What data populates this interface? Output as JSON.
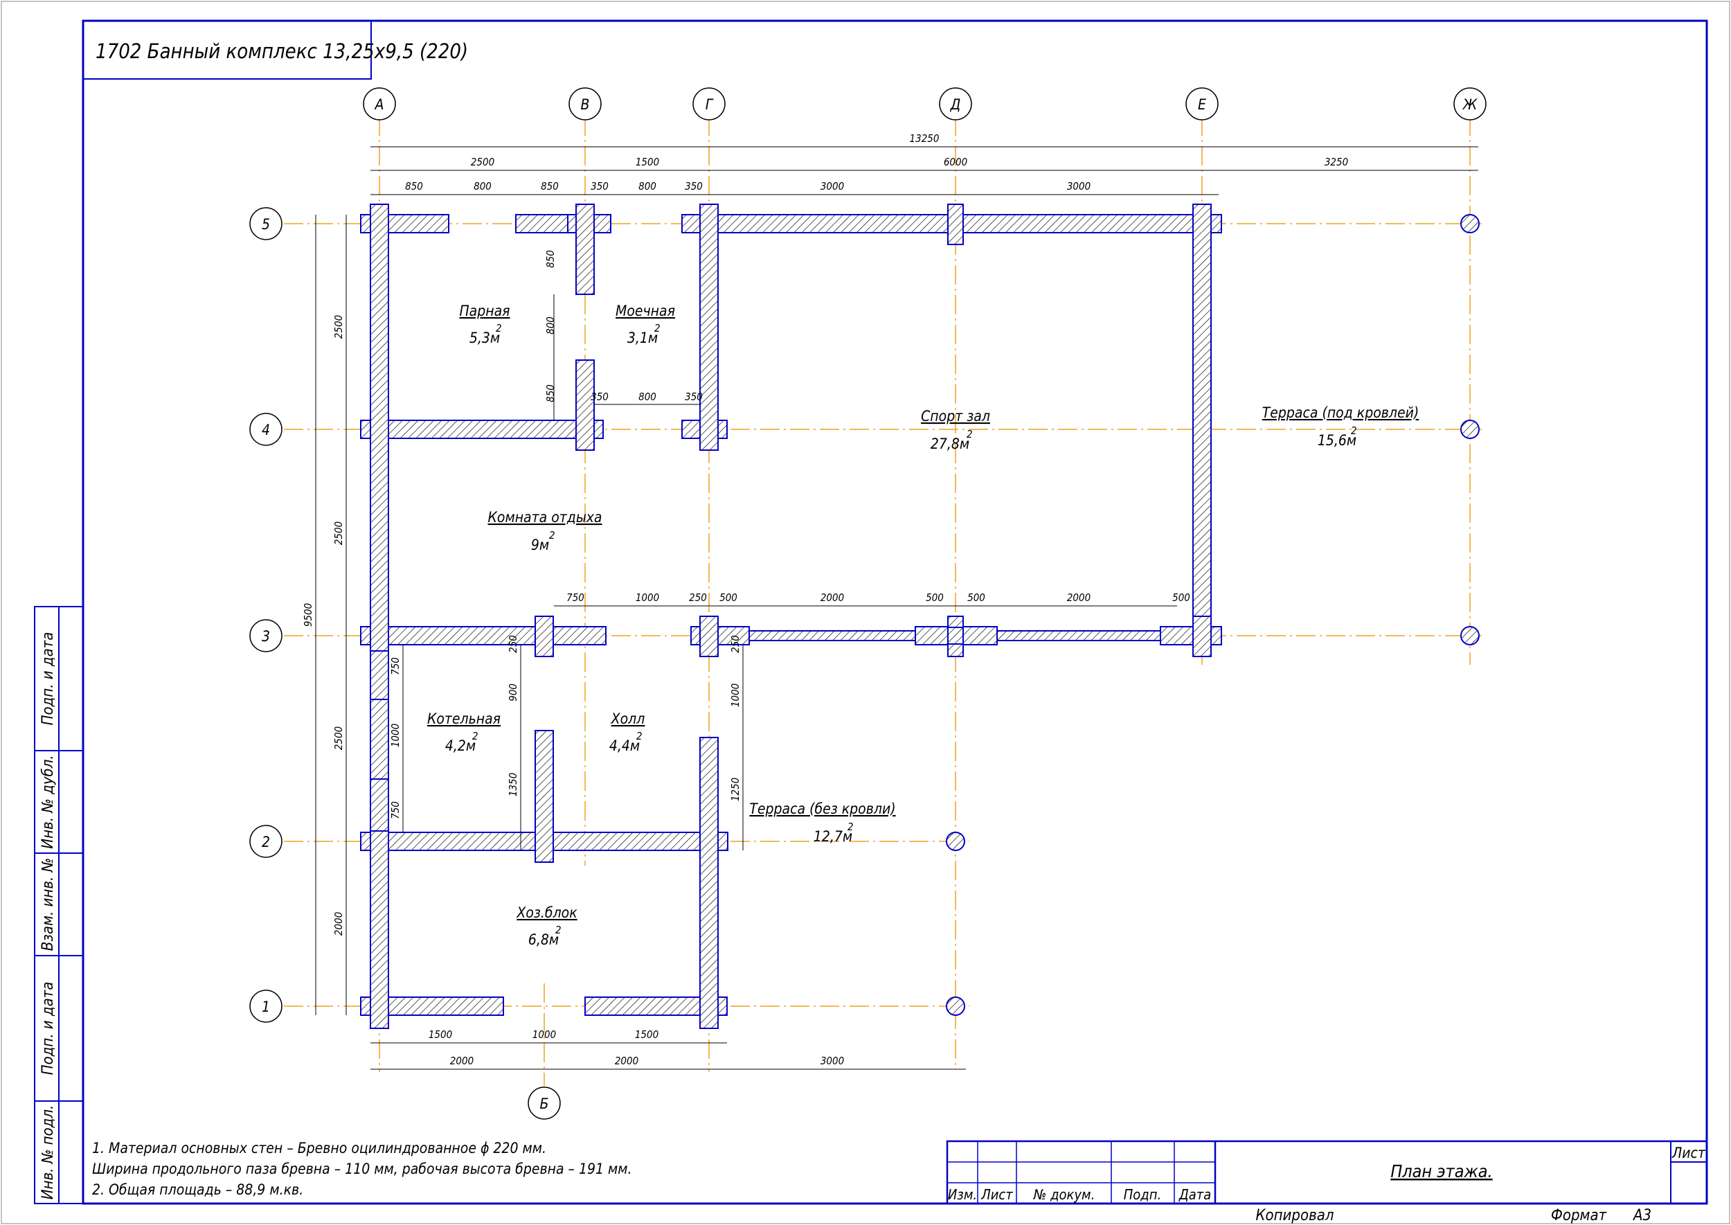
{
  "header": {
    "project_title": "1702 Банный комплекс 13,25х9,5 (220)"
  },
  "axes_letters": [
    "А",
    "В",
    "Г",
    "Д",
    "Е",
    "Ж",
    "Б"
  ],
  "axes_numbers": [
    "5",
    "4",
    "3",
    "2",
    "1"
  ],
  "rooms": [
    {
      "name": "Парная",
      "area": "5,3м"
    },
    {
      "name": "Моечная",
      "area": "3,1м"
    },
    {
      "name": "Спорт зал",
      "area": "27,8м"
    },
    {
      "name": "Терраса (под кровлей)",
      "area": "15,6м"
    },
    {
      "name": "Комната отдыха",
      "area": "9м"
    },
    {
      "name": "Котельная",
      "area": "4,2м"
    },
    {
      "name": "Холл",
      "area": "4,4м"
    },
    {
      "name": "Терраса (без кровли)",
      "area": "12,7м"
    },
    {
      "name": "Хоз.блок",
      "area": "6,8м"
    }
  ],
  "area_superscript": "2",
  "dimensions": {
    "top_total": "13250",
    "top_mid": [
      "2500",
      "1500",
      "6000",
      "3250"
    ],
    "top_small": [
      "850",
      "800",
      "850",
      "350",
      "800",
      "350",
      "3000",
      "3000"
    ],
    "left_total": "9500",
    "left": [
      "2500",
      "2500",
      "2500",
      "2000"
    ],
    "inner_v1": [
      "850",
      "800",
      "850"
    ],
    "inner_h1": [
      "350",
      "800",
      "350"
    ],
    "row3": [
      "750",
      "1000",
      "250",
      "500",
      "2000",
      "500",
      "500",
      "2000",
      "500"
    ],
    "kotel": [
      "750",
      "1000",
      "750"
    ],
    "hall_left": [
      "250",
      "900",
      "1350"
    ],
    "hall_right": [
      "250",
      "1000",
      "1250"
    ],
    "bottom_small": [
      "1500",
      "1000",
      "1500"
    ],
    "bottom_big": [
      "2000",
      "2000",
      "3000"
    ]
  },
  "notes": [
    "1. Материал основных стен – Бревно оцилиндрованное ϕ 220 мм.",
    "Ширина продольного паза бревна – 110 мм, рабочая высота бревна – 191 мм.",
    "2. Общая площадь – 88,9 м.кв."
  ],
  "side_stamp": [
    "Подп. и дата",
    "Инв. № дубл.",
    "Взам. инв. №",
    "Подп. и дата",
    "Инв. № подл."
  ],
  "title_block": {
    "columns": [
      "Изм.",
      "Лист",
      "№ докум.",
      "Подп.",
      "Дата"
    ],
    "sheet_title": "План этажа.",
    "sheet_label": "Лист",
    "copied": "Копировал",
    "format_label": "Формат",
    "format_value": "А3"
  },
  "colors": {
    "frame": "#0000c8",
    "axis": "#f0a020",
    "hatch": "#000000"
  }
}
